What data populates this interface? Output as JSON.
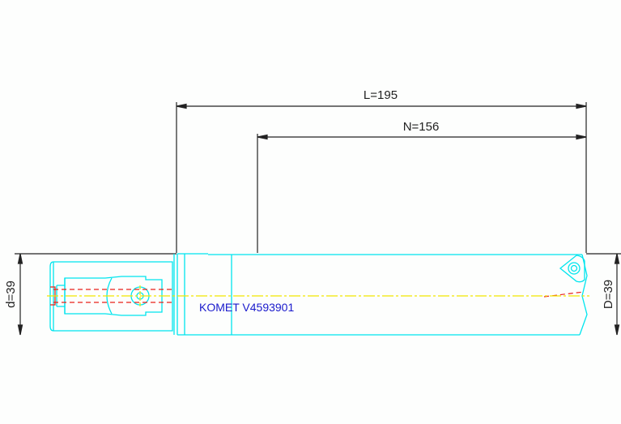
{
  "drawing": {
    "type": "technical-drawing",
    "subject": "boring bar tool",
    "colors": {
      "background": "#fdfefd",
      "outline": "#00e5ee",
      "dimension": "#222222",
      "centerline": "#f2e600",
      "hidden": "#e8201a",
      "label": "#1a1acc"
    }
  },
  "dimensions": {
    "overall_length": "L=195",
    "usable_length": "N=156",
    "shank_diameter": "d=39",
    "cutting_diameter": "D=39"
  },
  "labels": {
    "part_number": "KOMET V4593901"
  }
}
